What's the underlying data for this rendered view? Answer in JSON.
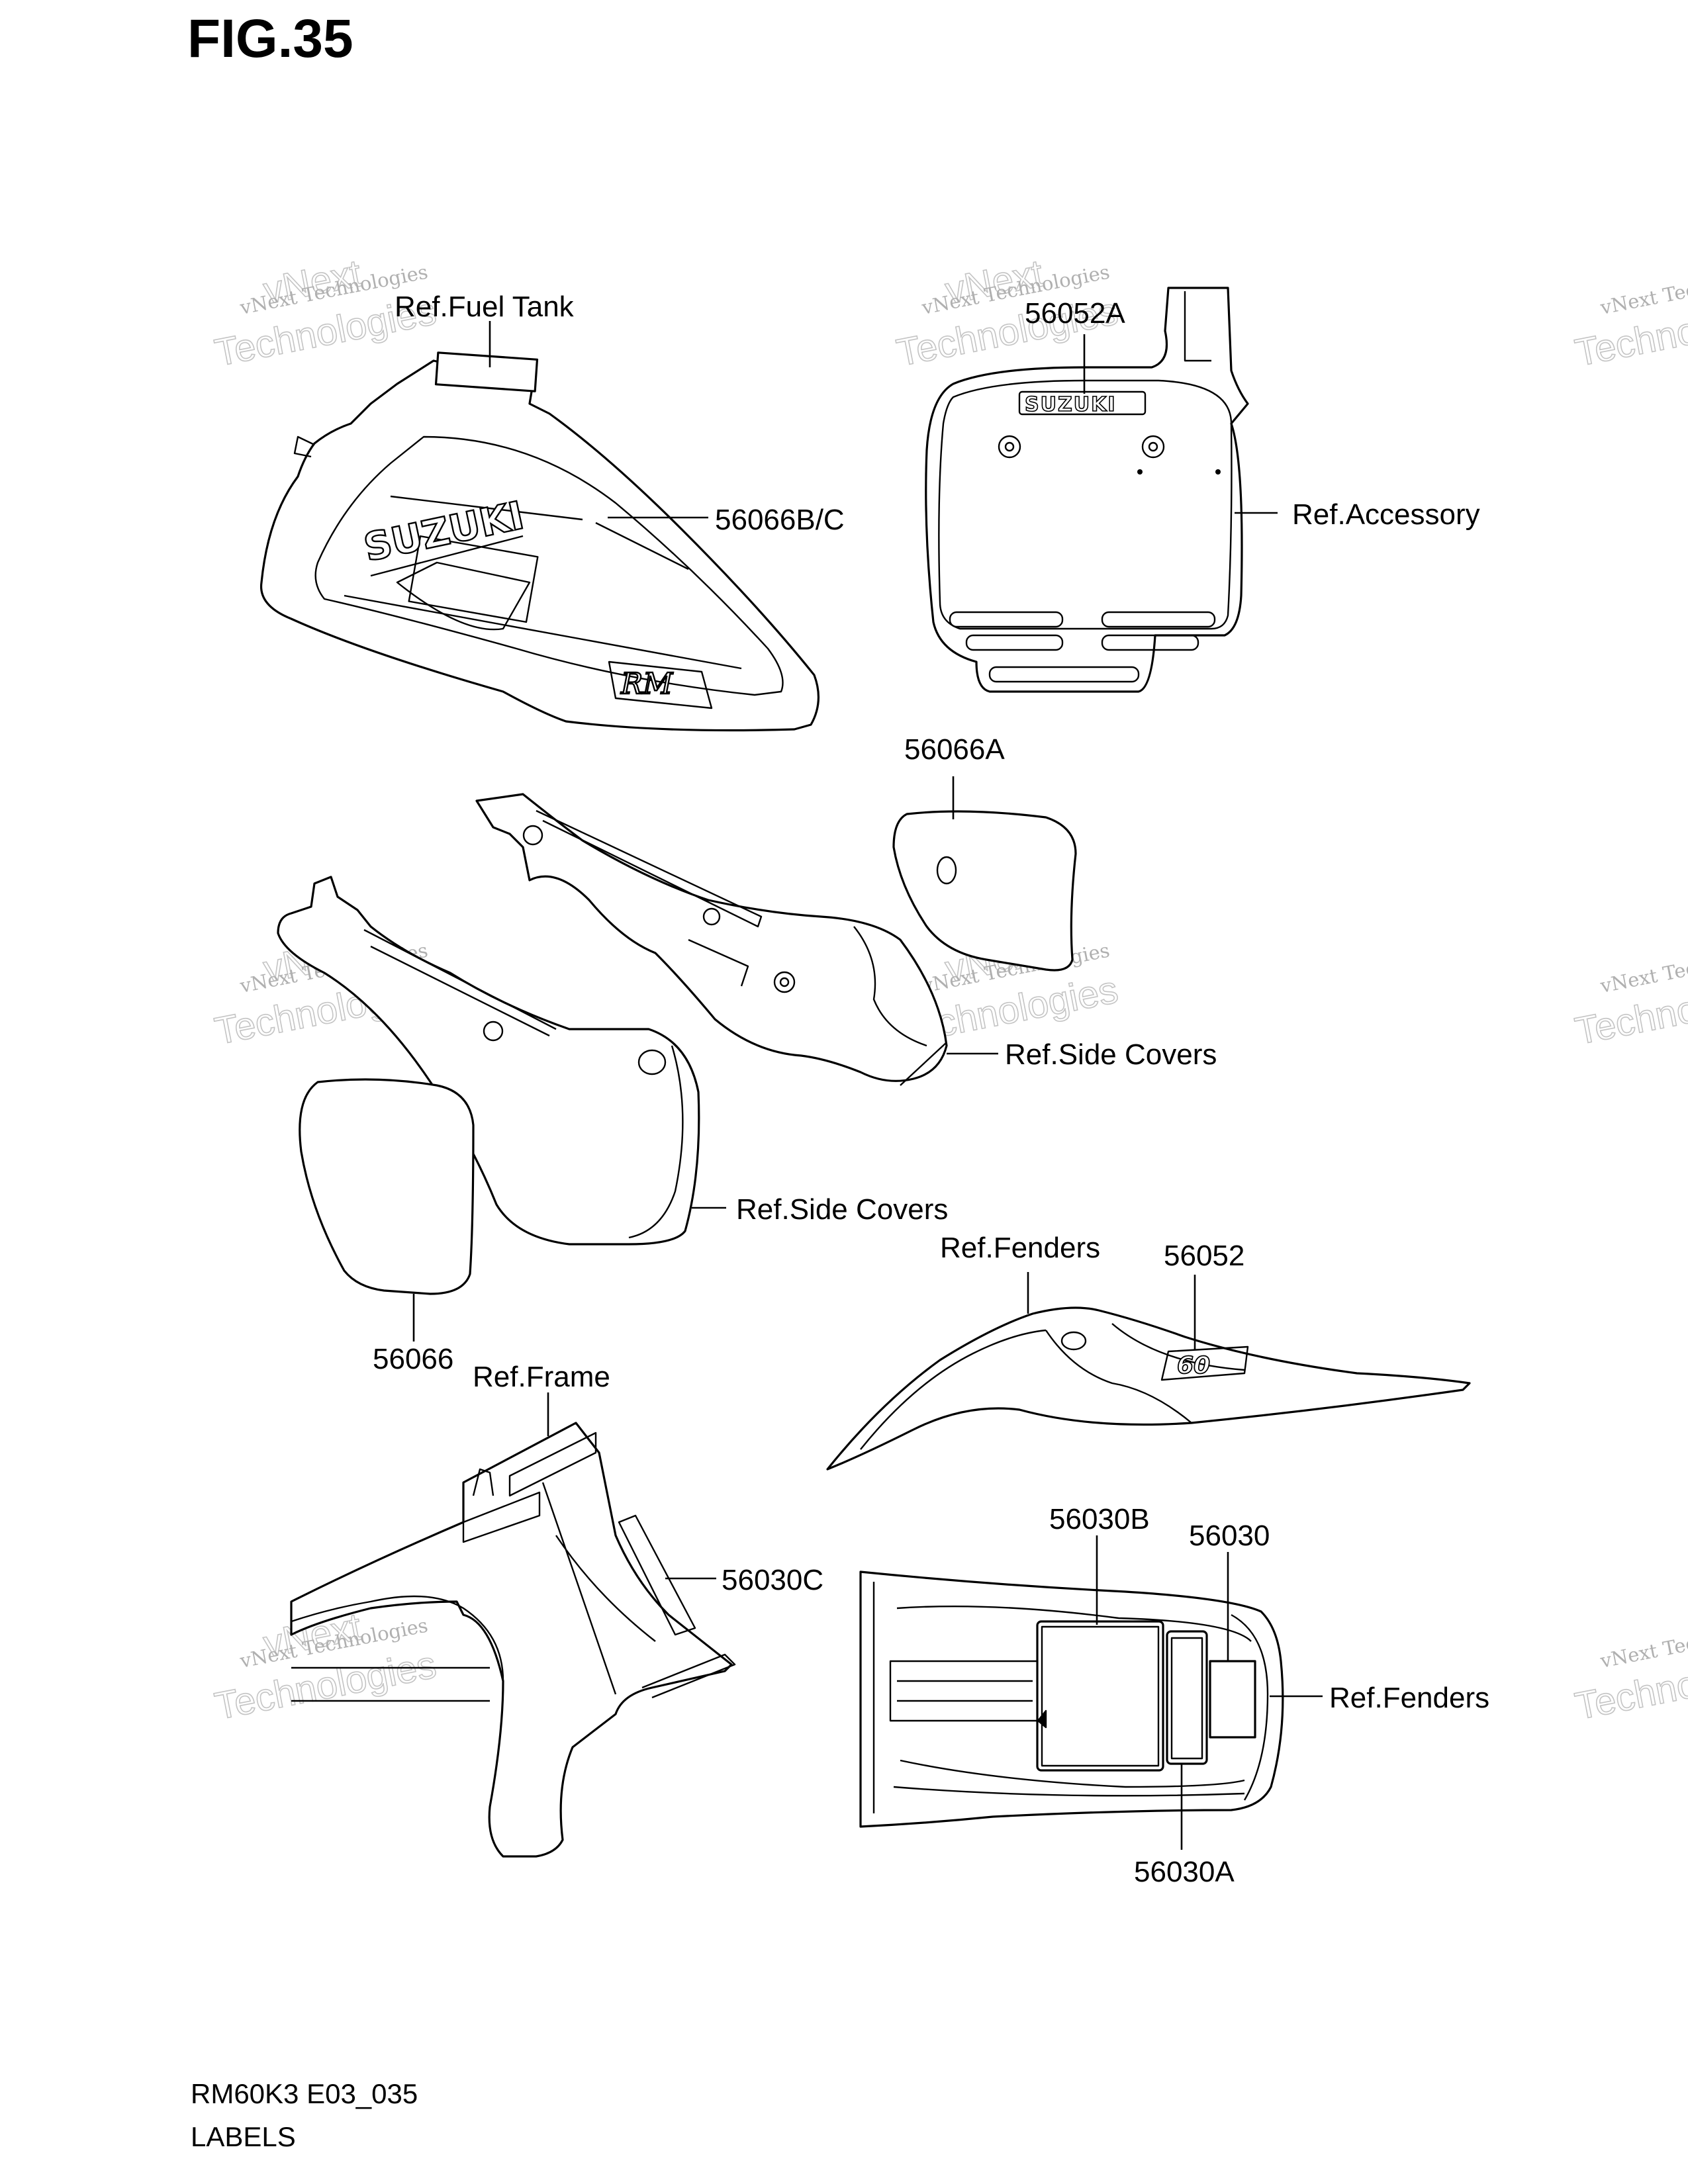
{
  "title": "FIG.35",
  "footer": {
    "code": "RM60K3 E03_035",
    "name": "LABELS"
  },
  "watermark": {
    "line1": "vNext Technologies",
    "line2": "vNext",
    "line3": "Technologies"
  },
  "labels": {
    "ref_fuel_tank": "Ref.Fuel Tank",
    "p56066bc": "56066B/C",
    "p56052a": "56052A",
    "ref_accessory": "Ref.Accessory",
    "p56066a": "56066A",
    "ref_side_covers_r": "Ref.Side Covers",
    "ref_side_covers_l": "Ref.Side Covers",
    "p56066": "56066",
    "ref_fenders_front": "Ref.Fenders",
    "p56052": "56052",
    "ref_frame": "Ref.Frame",
    "p56030c": "56030C",
    "p56030b": "56030B",
    "p56030": "56030",
    "ref_fenders_rear": "Ref.Fenders",
    "p56030a": "56030A"
  },
  "decals": {
    "brand": "SUZUKI",
    "model": "RM",
    "number": "60"
  }
}
